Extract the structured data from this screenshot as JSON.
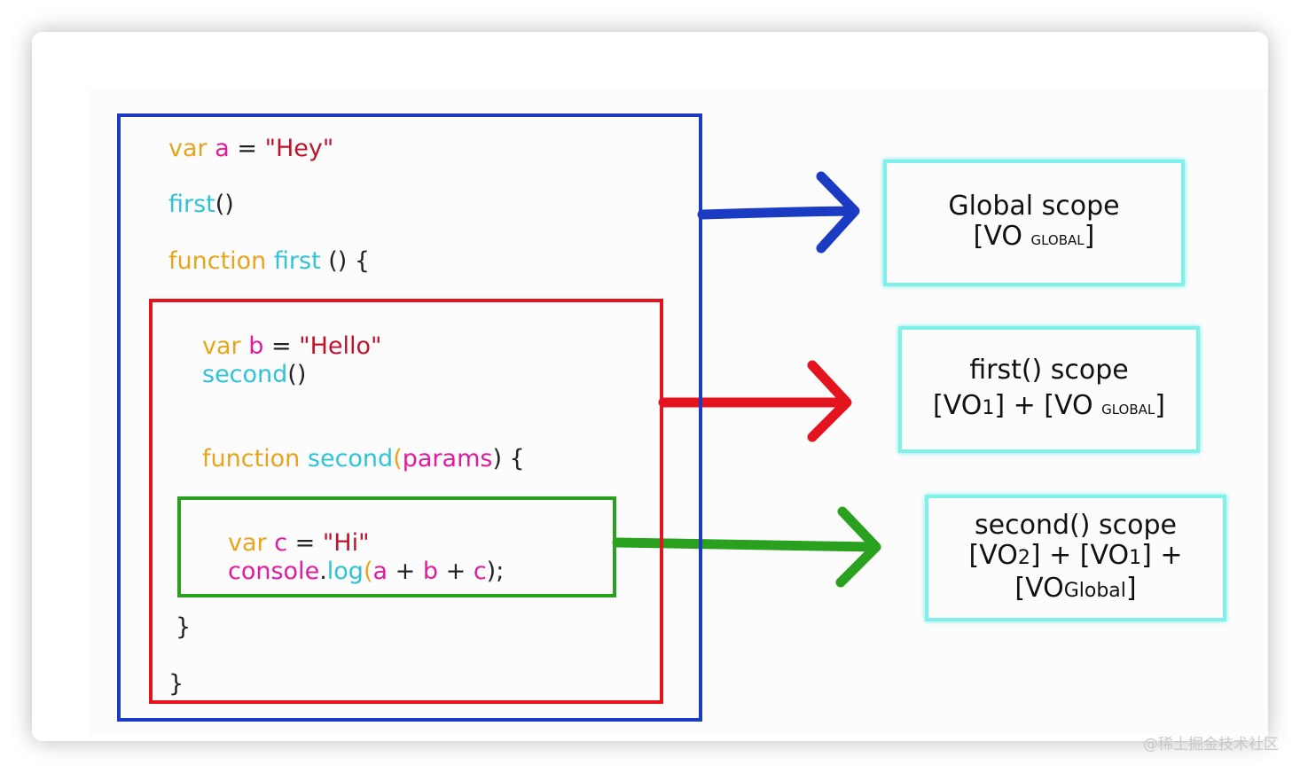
{
  "code": {
    "line1": {
      "kw": "var",
      "name": "a",
      "op": "=",
      "str": "\"Hey\""
    },
    "line2": {
      "fn": "first",
      "paren": "()"
    },
    "line3": {
      "kw": "function",
      "fn": "first",
      "rest": "() {"
    },
    "line4": {
      "kw": "var",
      "name": "b",
      "op": "=",
      "str": "\"Hello\""
    },
    "line5": {
      "fn": "second",
      "paren": "()"
    },
    "line6": {
      "kw": "function",
      "fn": "second",
      "open": "(",
      "param": "params",
      "rest": ") {"
    },
    "line7": {
      "kw": "var",
      "name": "c",
      "op": "=",
      "str": "\"Hi\""
    },
    "line8": {
      "obj": "console",
      "dot": ".",
      "method": "log",
      "open": "(",
      "a": "a",
      "plus1": "+",
      "b": "b",
      "plus2": "+",
      "c": "c",
      "close": ");"
    },
    "close_inner": "}",
    "close_outer": "}"
  },
  "scopes": {
    "global": {
      "title": "Global scope",
      "vo_open": "[VO ",
      "vo_small": "global",
      "vo_close": "]"
    },
    "first": {
      "title": "first() scope",
      "part1": "[VO",
      "sub1": "1",
      "part2": "] + [VO ",
      "small": "global",
      "part3": "]"
    },
    "second": {
      "title": "second() scope",
      "part1": "[VO",
      "sub2": "2",
      "part2": "] + [VO",
      "sub1": "1",
      "part3": "] +",
      "part4": "[VO",
      "small": "Global",
      "part5": "]"
    }
  },
  "colors": {
    "global_box": "#1b3bc2",
    "first_box": "#e3141e",
    "second_box": "#2aa11e",
    "scope_border": "#7ff0ea"
  },
  "watermark": "@稀土掘金技术社区"
}
